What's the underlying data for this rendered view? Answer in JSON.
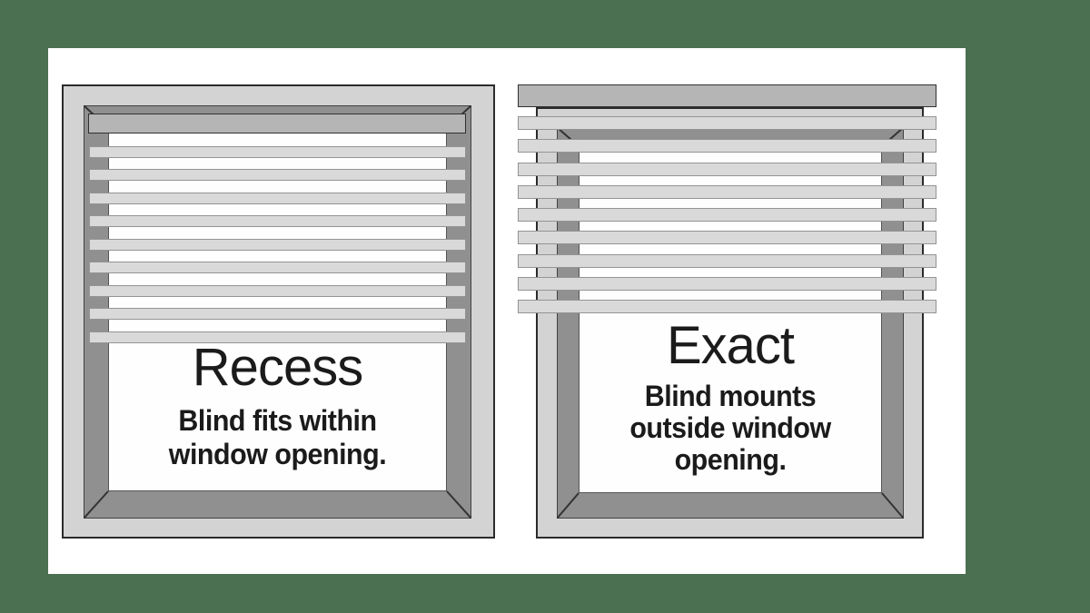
{
  "colors": {
    "background": "#4b7051",
    "panel": "#ffffff",
    "frame": "#d3d3d3",
    "jamb": "#909090",
    "pane": "#fefefe",
    "headrail": "#b5b5b5",
    "slat": "#d9d9d9",
    "text": "#1b1b1b"
  },
  "diagram": {
    "left_window": {
      "title": "Recess",
      "description_lines": [
        "Blind fits within",
        "window opening."
      ],
      "mount_type": "inside window opening",
      "slat_count": 9
    },
    "right_window": {
      "title": "Exact",
      "description_lines": [
        "Blind mounts",
        "outside window",
        "opening."
      ],
      "mount_type": "outside window opening",
      "slat_count": 9
    }
  }
}
